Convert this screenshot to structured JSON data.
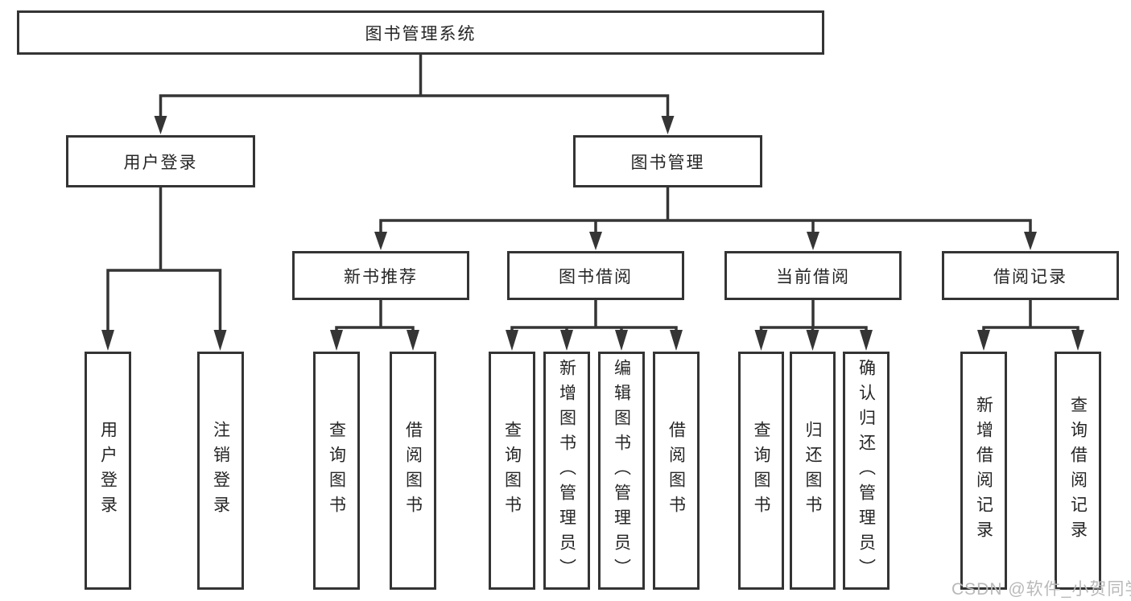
{
  "tree": {
    "root": "图书管理系统",
    "branches": [
      {
        "label": "用户登录",
        "children": [
          {
            "label": "用户登录"
          },
          {
            "label": "注销登录"
          }
        ]
      },
      {
        "label": "图书管理",
        "children": [
          {
            "label": "新书推荐",
            "children": [
              {
                "label": "查询图书"
              },
              {
                "label": "借阅图书"
              }
            ]
          },
          {
            "label": "图书借阅",
            "children": [
              {
                "label": "查询图书"
              },
              {
                "label": "新增图书（管理员）"
              },
              {
                "label": "编辑图书（管理员）"
              },
              {
                "label": "借阅图书"
              }
            ]
          },
          {
            "label": "当前借阅",
            "children": [
              {
                "label": "查询图书"
              },
              {
                "label": "归还图书"
              },
              {
                "label": "确认归还（管理员）"
              }
            ]
          },
          {
            "label": "借阅记录",
            "children": [
              {
                "label": "新增借阅记录"
              },
              {
                "label": "查询借阅记录"
              }
            ]
          }
        ]
      }
    ]
  },
  "watermark": "CSDN @软件_小贺同学",
  "colors": {
    "line": "#353535",
    "box_border": "#343434",
    "text": "#262626",
    "watermark": "#b9b9b9"
  }
}
